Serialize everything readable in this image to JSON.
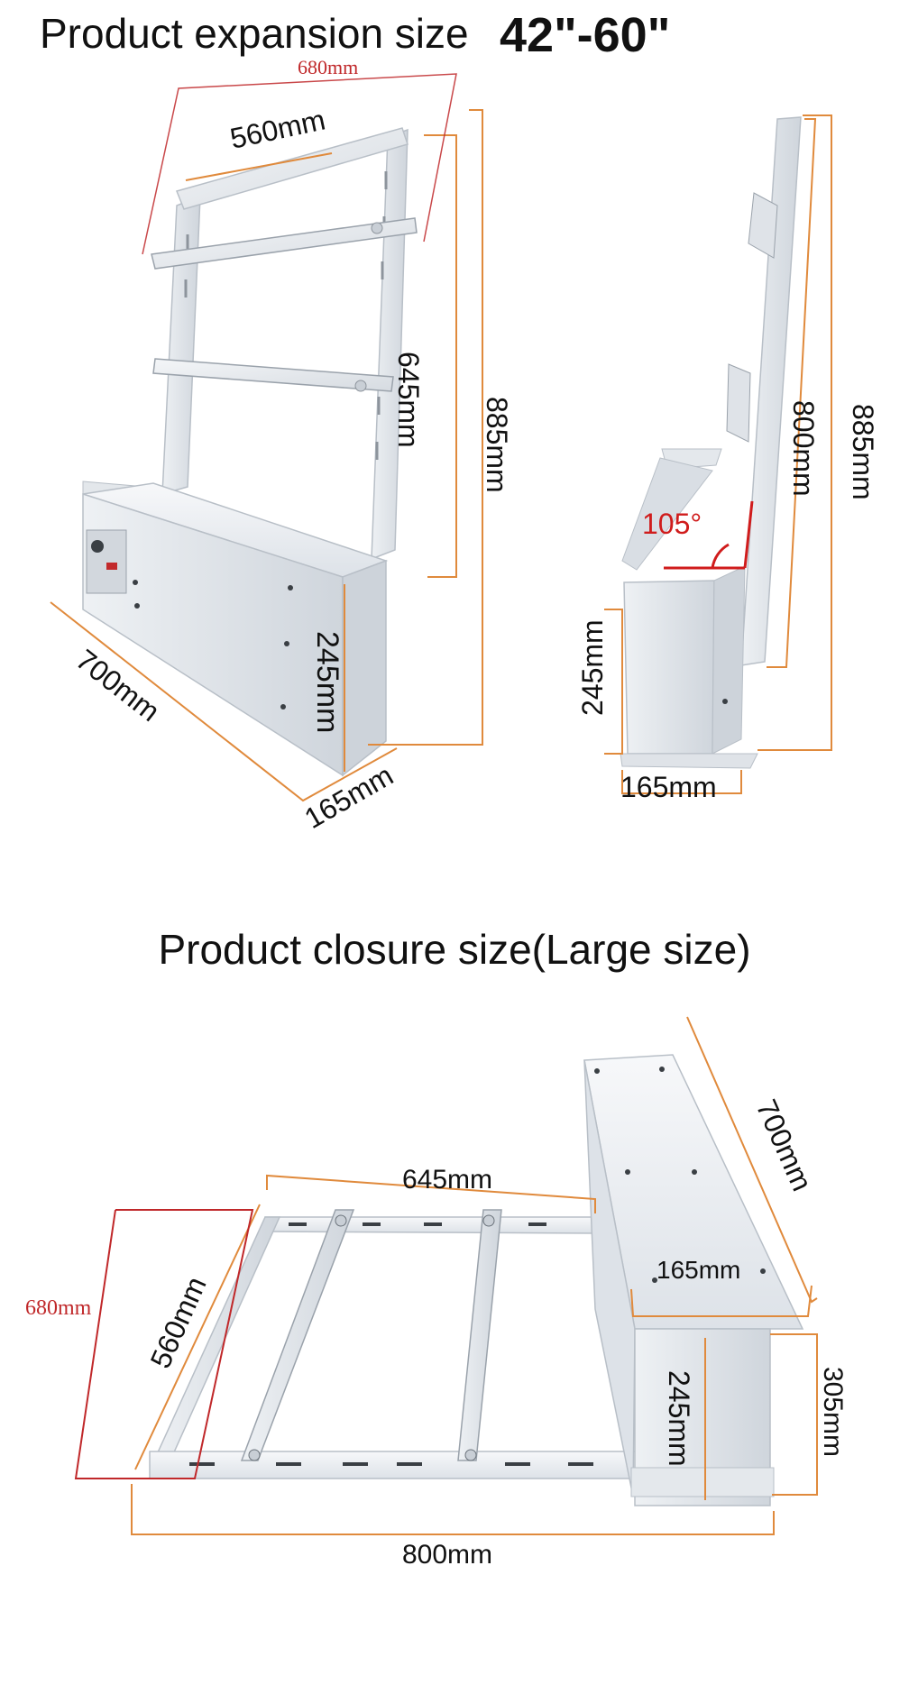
{
  "headings": {
    "expansion": "Product expansion size",
    "range": "42\"-60\"",
    "closure": "Product closure size(Large size)"
  },
  "expanded_front": {
    "width_top_outer": "680mm",
    "width_frame": "560mm",
    "frame_height": "645mm",
    "total_height": "885mm",
    "box_height": "245mm",
    "box_length": "700mm",
    "box_depth": "165mm"
  },
  "expanded_side": {
    "angle": "105°",
    "frame_height": "800mm",
    "total_height": "885mm",
    "box_height": "245mm",
    "box_depth": "165mm"
  },
  "closed": {
    "frame_length": "645mm",
    "box_length": "700mm",
    "width_outer": "680mm",
    "width_frame": "560mm",
    "box_depth": "165mm",
    "box_height": "245mm",
    "total_height": "305mm",
    "total_length": "800mm"
  },
  "colors": {
    "dimension_line": "#e08a3c",
    "outer_width_line": "#c0282a",
    "angle_marker": "#d01c1c",
    "metal": "#e8ecf0"
  }
}
